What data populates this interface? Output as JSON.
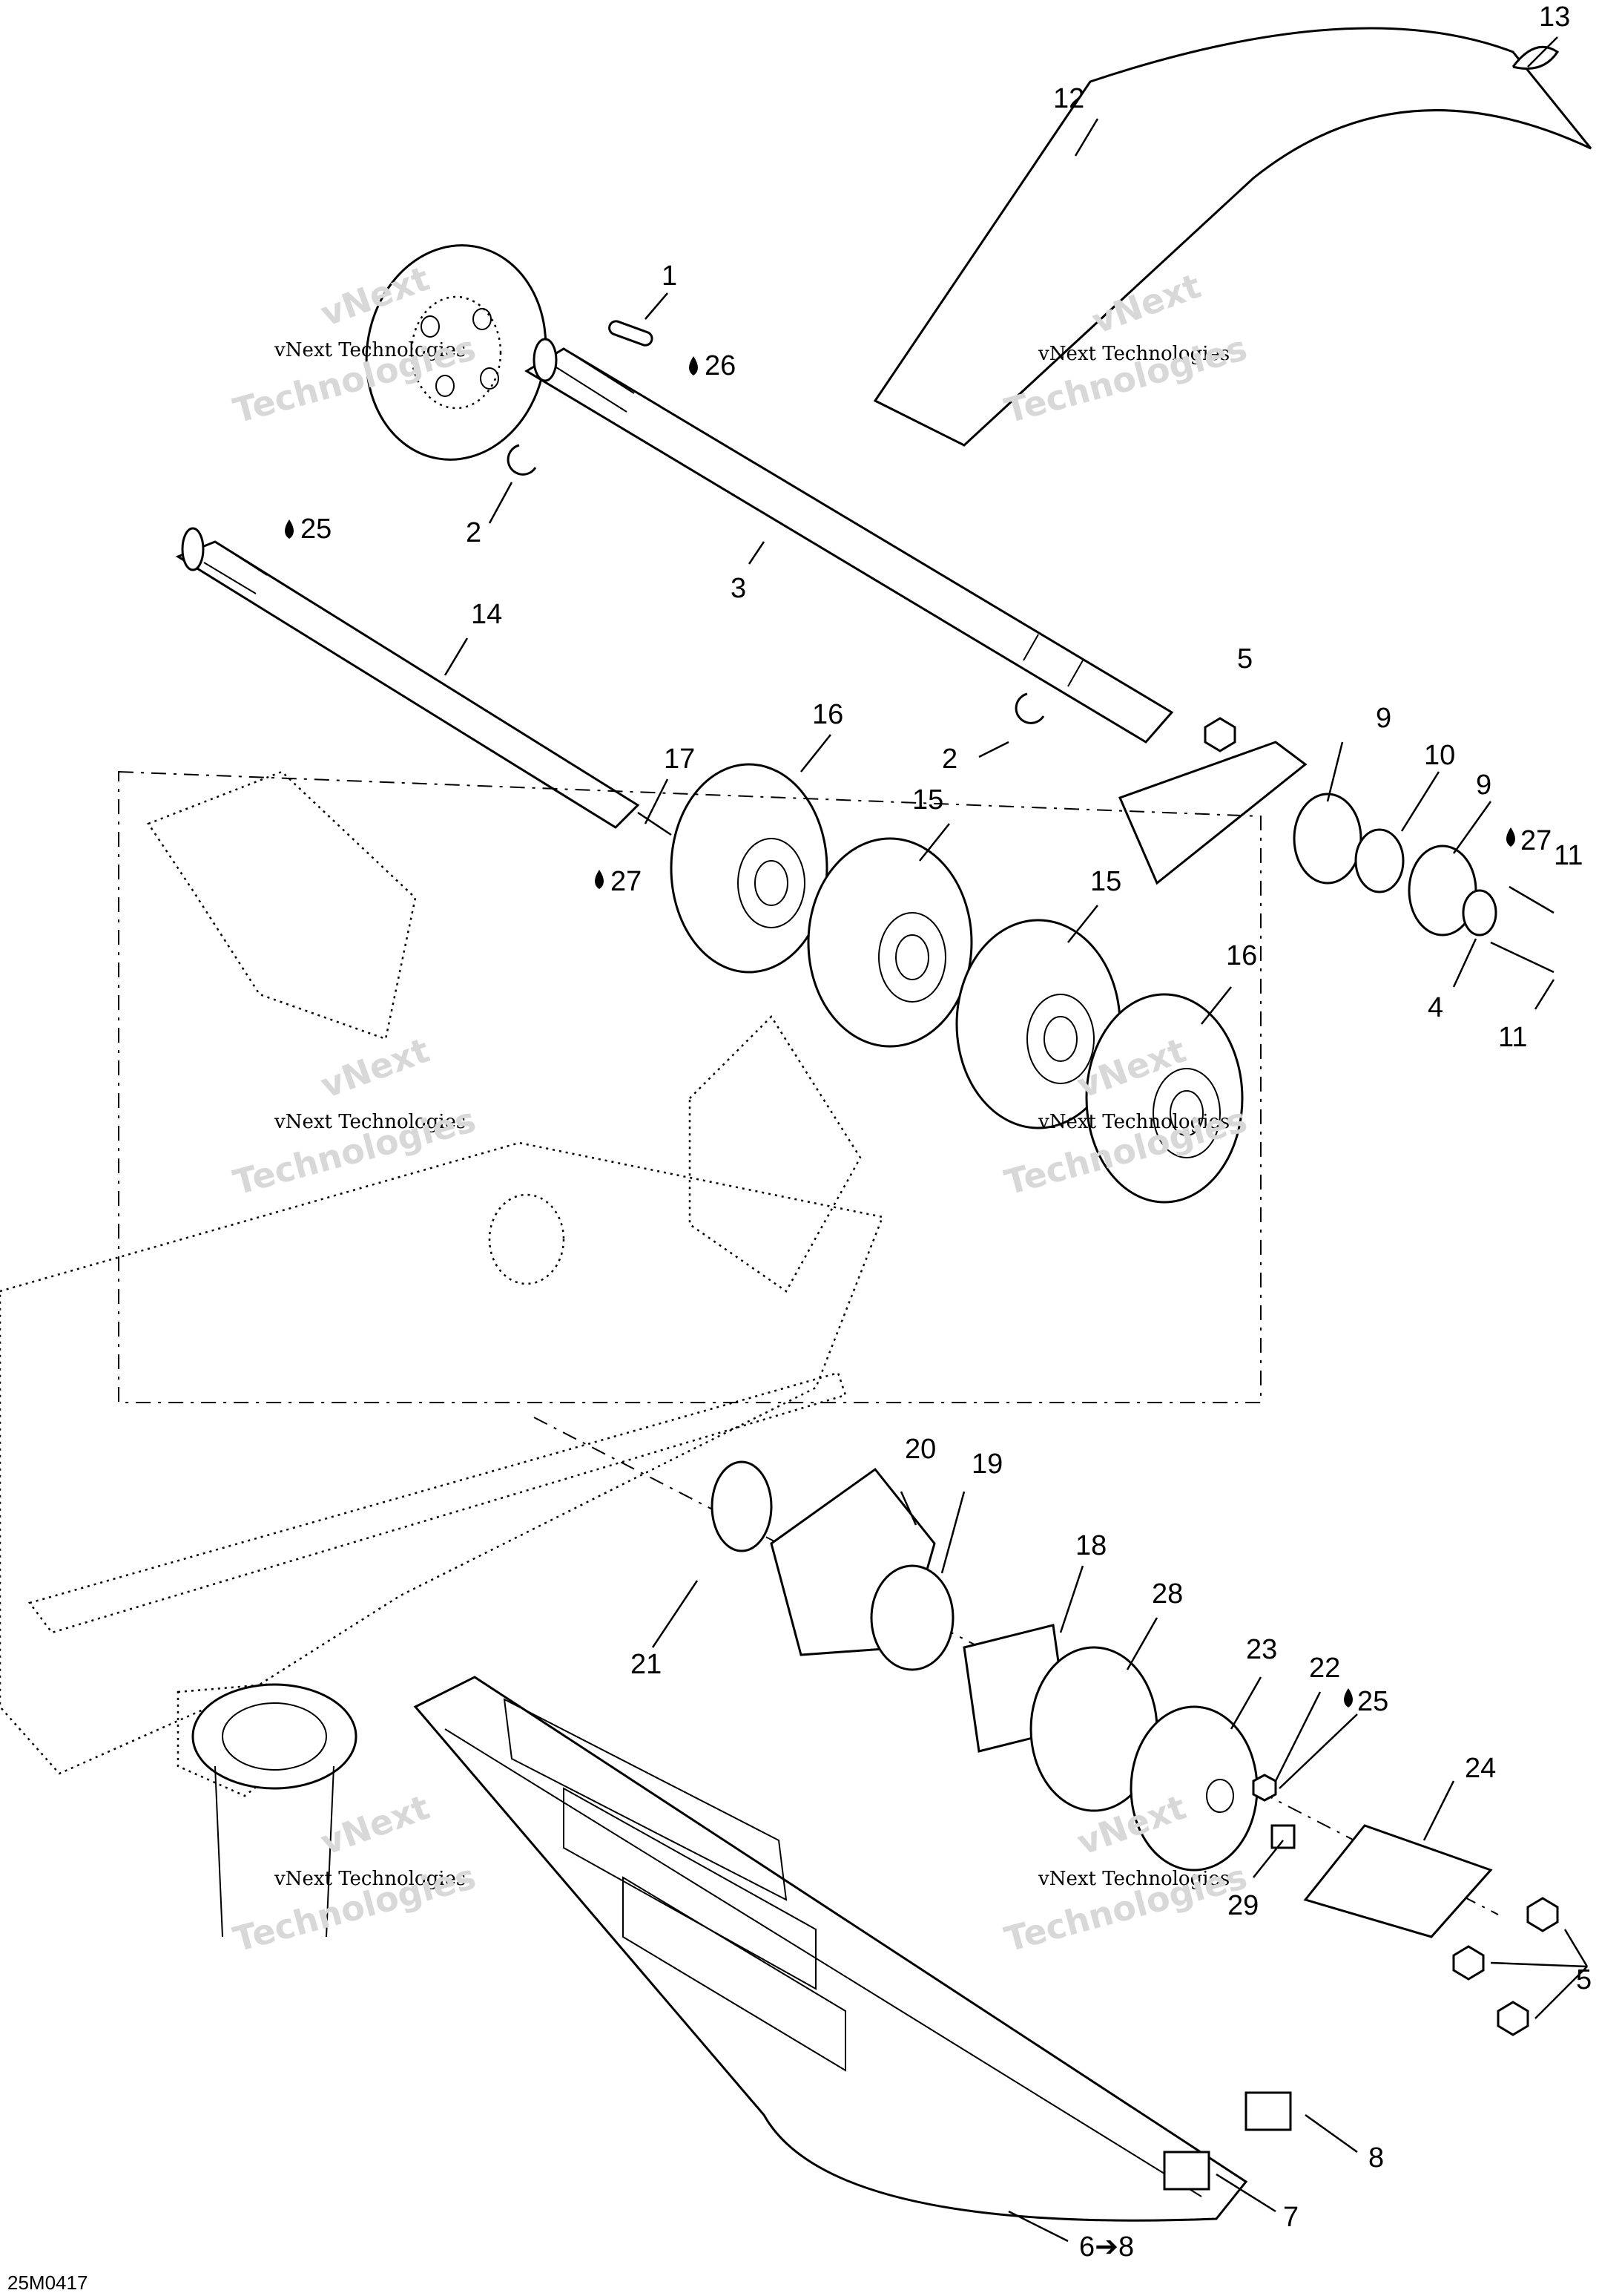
{
  "callouts": {
    "c1": "1",
    "c2a": "2",
    "c2b": "2",
    "c3": "3",
    "c4": "4",
    "c5a": "5",
    "c5b": "5",
    "c6": "6➔8",
    "c7": "7",
    "c8": "8",
    "c9a": "9",
    "c9b": "9",
    "c10": "10",
    "c11a": "11",
    "c11b": "11",
    "c12": "12",
    "c13": "13",
    "c14": "14",
    "c15a": "15",
    "c15b": "15",
    "c16a": "16",
    "c16b": "16",
    "c17": "17",
    "c18": "18",
    "c19": "19",
    "c20": "20",
    "c21": "21",
    "c22": "22",
    "c23": "23",
    "c24": "24",
    "c25a": "25",
    "c25b": "25",
    "c26": "26",
    "c27a": "27",
    "c27b": "27",
    "c28": "28",
    "c29": "29"
  },
  "lubricant_icon": "oil-drop-icon",
  "watermark": {
    "brand_line": "vNext Technologies",
    "split_top": "vNext",
    "split_bottom": "Technologies"
  },
  "drawing_ref": "25M0417"
}
